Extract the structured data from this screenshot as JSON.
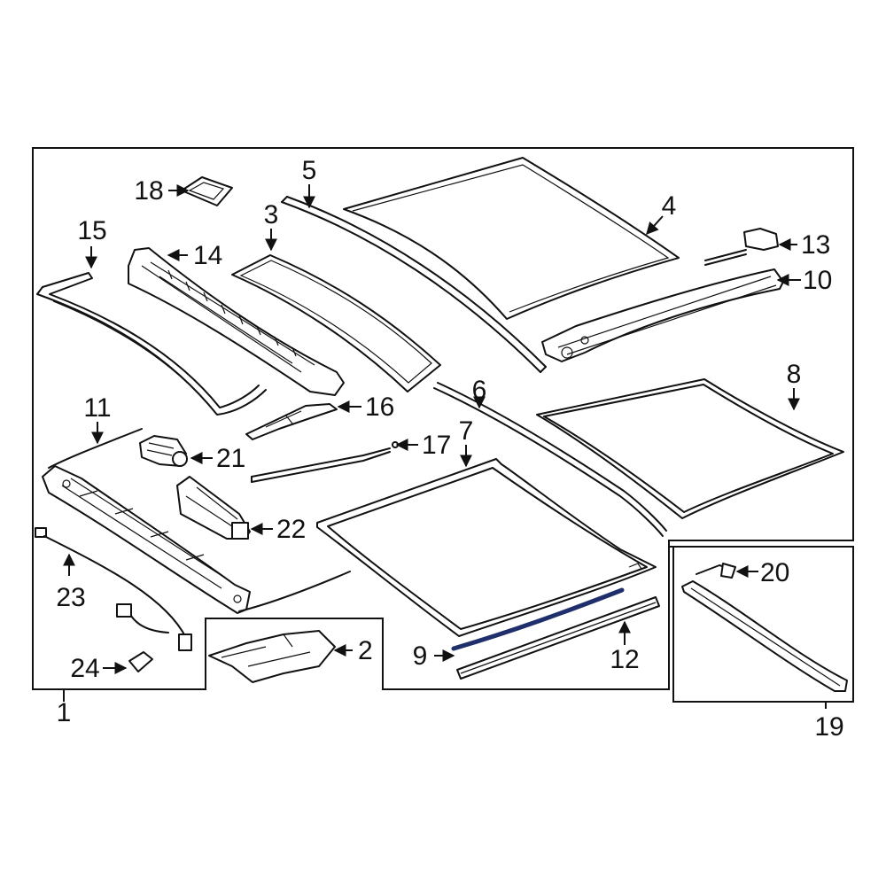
{
  "diagram": {
    "callouts": {
      "c1": "1",
      "c2": "2",
      "c3": "3",
      "c4": "4",
      "c5": "5",
      "c6": "6",
      "c7": "7",
      "c8": "8",
      "c9": "9",
      "c10": "10",
      "c11": "11",
      "c12": "12",
      "c13": "13",
      "c14": "14",
      "c15": "15",
      "c16": "16",
      "c17": "17",
      "c18": "18",
      "c19": "19",
      "c20": "20",
      "c21": "21",
      "c22": "22",
      "c23": "23",
      "c24": "24"
    },
    "colors": {
      "line": "#111111",
      "highlight": "#1f2f6b",
      "background": "#ffffff"
    }
  }
}
